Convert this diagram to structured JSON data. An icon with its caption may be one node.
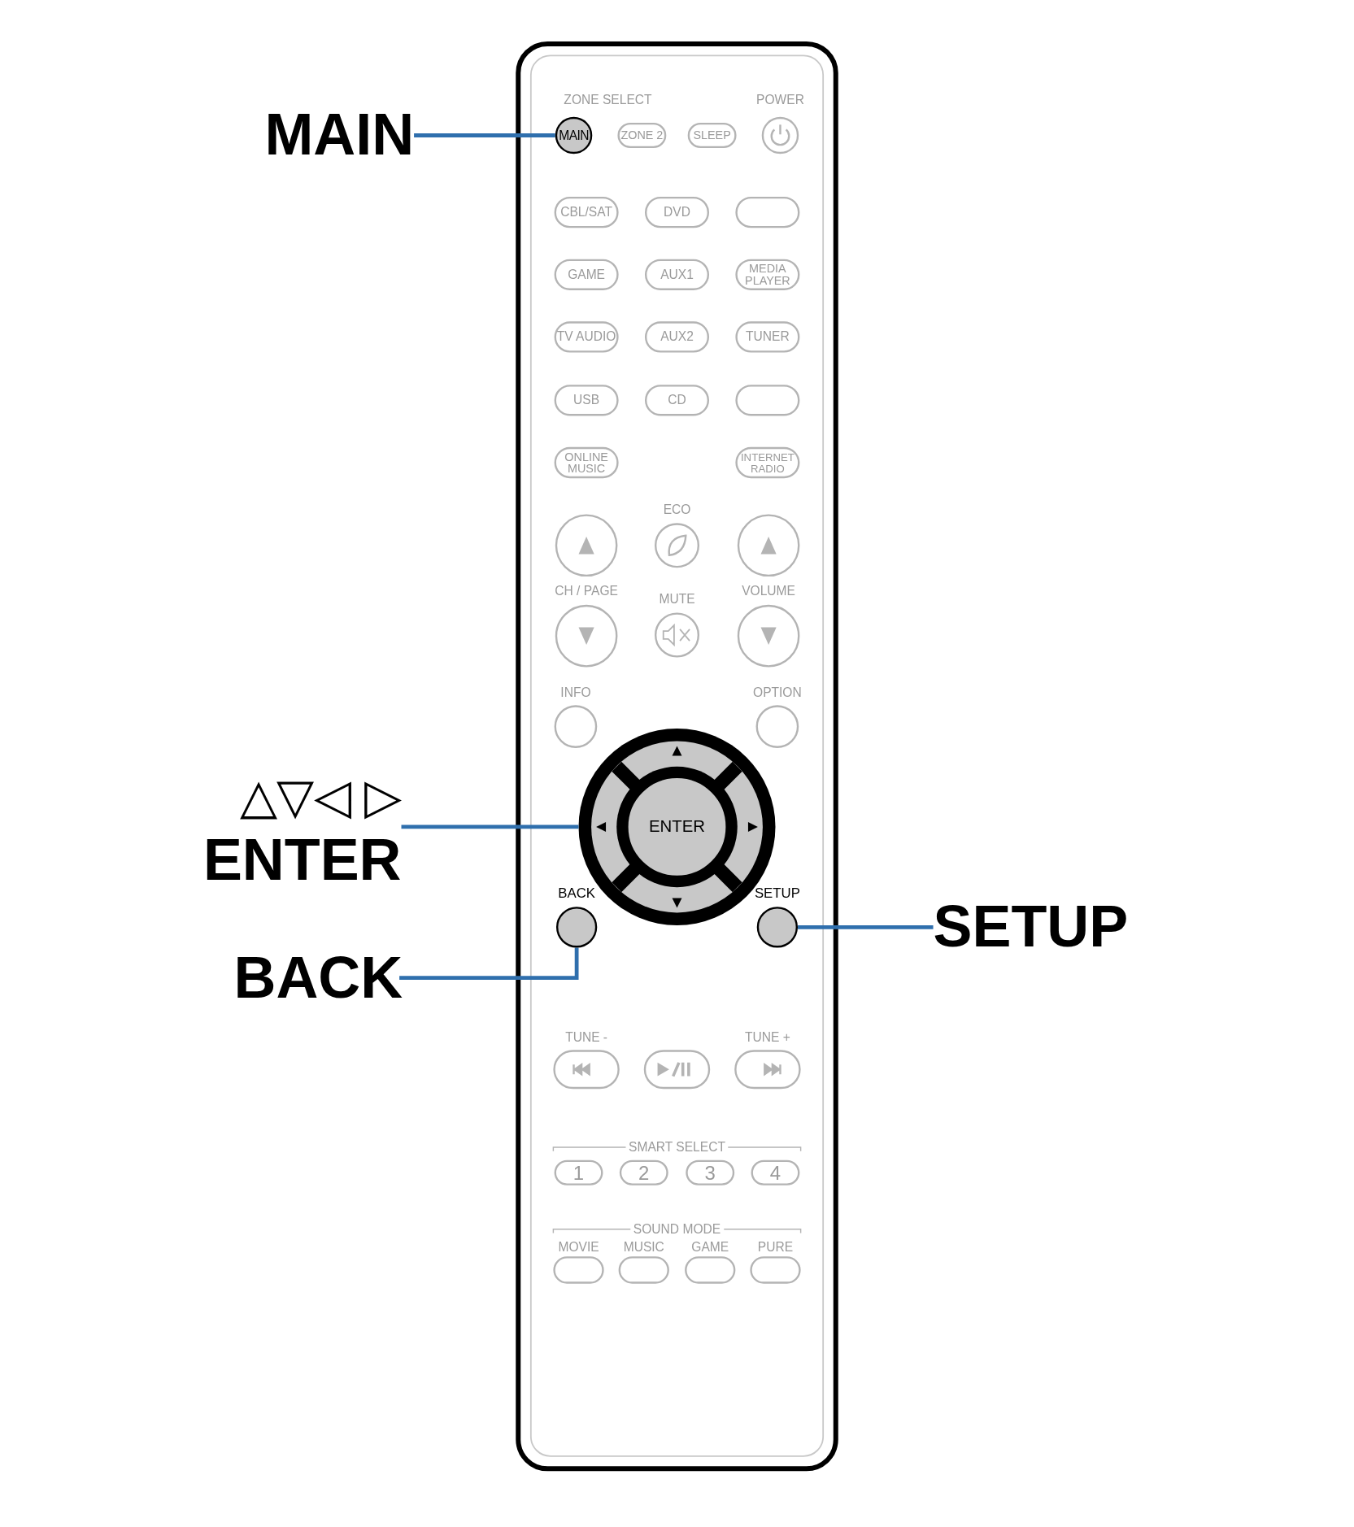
{
  "diagram": {
    "nodes": [
      {
        "text": [
          "MAIN"
        ]
      },
      {
        "text": [
          "MAIN"
        ]
      },
      {
        "text": [
          "ZONE 2"
        ]
      },
      {
        "text": [
          "SLEEP"
        ]
      },
      {
        "text": [
          "CBL/SAT"
        ]
      },
      {
        "text": [
          "DVD"
        ]
      },
      {
        "text": [],
        "shape": "box"
      },
      {
        "text": [
          "GAME"
        ]
      },
      {
        "text": [
          "AUX1"
        ]
      },
      {
        "text": [
          "MEDIA PLAYER"
        ]
      },
      {
        "text": [
          "TV AUDIO"
        ]
      },
      {
        "text": [
          "AUX2"
        ]
      },
      {
        "text": [
          "TUNER"
        ]
      },
      {
        "text": [
          "USB"
        ]
      },
      {
        "text": [
          "CD"
        ]
      },
      {
        "text": [],
        "shape": "box"
      },
      {
        "text": [
          "ONLINE MUSIC"
        ]
      },
      {
        "text": [
          "INTERNET RADIO"
        ]
      },
      {
        "text": [
          "△▽◁ ▷",
          "ENTER"
        ]
      },
      {
        "text": [
          "ENTER"
        ]
      },
      {
        "text": [],
        "shape": "circle",
        "beside": [
          "BACK"
        ]
      },
      {
        "text": [],
        "shape": "circle",
        "beside": [
          "SETUP"
        ]
      },
      {
        "text": [
          "SETUP"
        ]
      },
      {
        "text": [
          "BACK"
        ]
      },
      {
        "text": [
          "1"
        ]
      },
      {
        "text": [
          "2"
        ]
      },
      {
        "text": [
          "3"
        ]
      },
      {
        "text": [
          "4"
        ]
      }
    ],
    "edges": [
      {
        "from": 0,
        "to": 1,
        "arrow": "none"
      },
      {
        "from": 18,
        "to": 19,
        "arrow": "none"
      },
      {
        "from": 22,
        "to": 21,
        "arrow": "none"
      },
      {
        "from": 23,
        "to": 20,
        "arrow": "none"
      }
    ],
    "labels": [
      "ZONE SELECT",
      "POWER",
      "ECO",
      "CH / PAGE",
      "MUTE",
      "VOLUME",
      "INFO",
      "OPTION",
      "TUNE -",
      "TUNE +",
      "SMART SELECT",
      "SOUND MODE",
      "MOVIE",
      "MUSIC",
      "GAME",
      "PURE"
    ]
  }
}
